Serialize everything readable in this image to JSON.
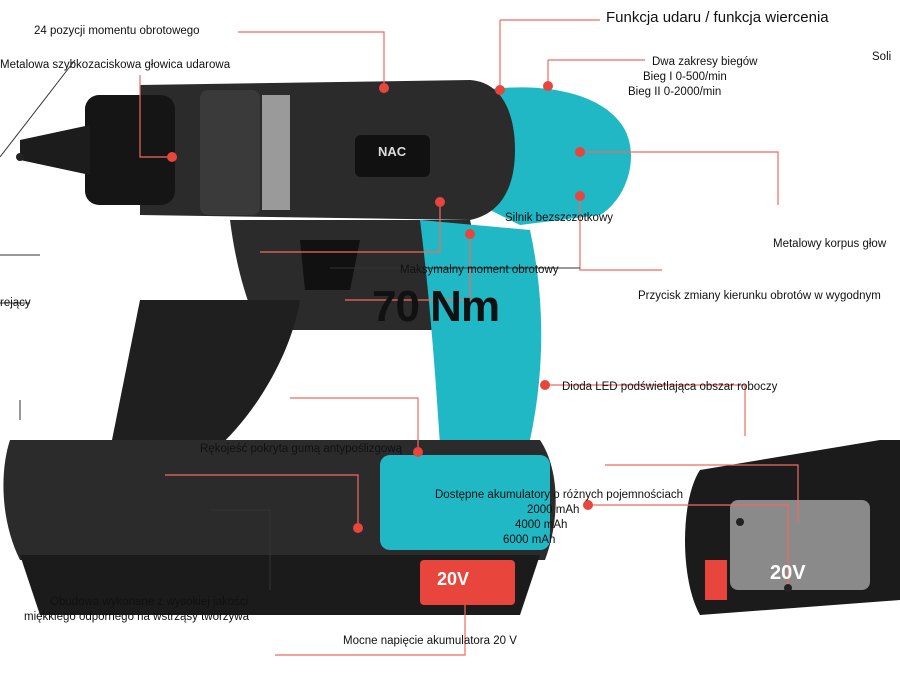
{
  "labels": {
    "torque_positions": "24 pozycji momentu obrotowego",
    "chuck": "Metalowa szybkozaciskowa głowica udarowa",
    "impact_function": "Funkcja udaru / funkcja wiercenia",
    "solid_partial": "Soli",
    "gears_title": "Dwa zakresy biegów",
    "gear_1": "Bieg I 0-500/min",
    "gear_2": "Bieg II 0-2000/min",
    "brushless": "Silnik bezszczotkowy",
    "metal_body": "Metalowy korpus głow",
    "max_torque": "Maksymalny moment obrotowy",
    "torque_value": "70 Nm",
    "direction_switch": "Przycisk zmiany kierunku obrotów w wygodnym",
    "left_partial": "rejący",
    "led": "Dioda LED podświetlająca obszar roboczy",
    "grip": "Rękojeść pokryta gumą antypoślizgową",
    "batteries_title": "Dostępne akumulatory o różnych pojemnościach",
    "bat_1": "2000 mAh",
    "bat_2": "4000 mAh",
    "bat_3": "6000 mAh",
    "housing_1": "Obudowa wykonane z wysokiej jakości",
    "housing_2": "miękkiego odpornego na wstrząsy tworzywa",
    "voltage": "Mocne napięcie akumulatora 20 V",
    "drill_brand": "NAC",
    "battery_voltage": "20V"
  },
  "colors": {
    "accent_red": "#e8453c",
    "line_red": "#f06a62",
    "teal": "#21b8c6",
    "body_dark": "#2b2b2b",
    "body_black": "#151515",
    "grey": "#8a8a8a"
  }
}
